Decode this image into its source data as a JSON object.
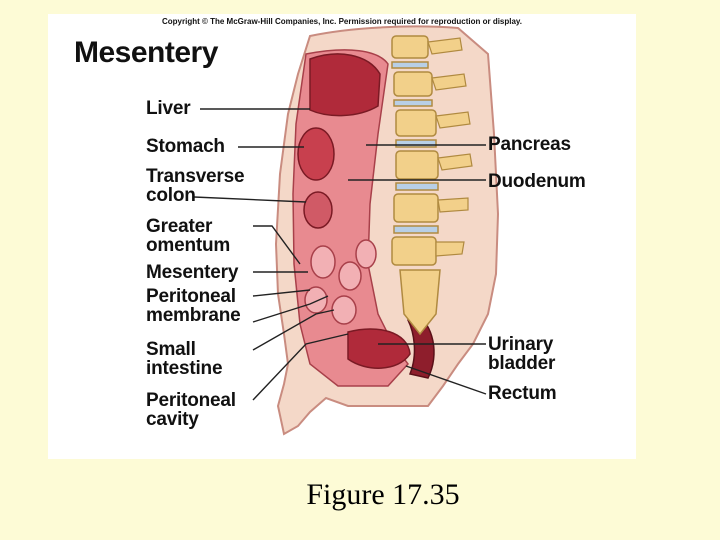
{
  "copyright": "Copyright © The McGraw-Hill Companies, Inc. Permission required for reproduction or display.",
  "title": "Mesentery",
  "labels": {
    "liver": "Liver",
    "stomach": "Stomach",
    "transverse_colon": "Transverse\ncolon",
    "greater_omentum": "Greater\nomentum",
    "mesentery": "Mesentery",
    "peritoneal_membrane": "Peritoneal\nmembrane",
    "small_intestine": "Small\nintestine",
    "peritoneal_cavity": "Peritoneal\ncavity",
    "pancreas": "Pancreas",
    "duodenum": "Duodenum",
    "urinary_bladder": "Urinary\nbladder",
    "rectum": "Rectum"
  },
  "caption": "Figure 17.35",
  "colors": {
    "background": "#FDFBD6",
    "panel": "#FFFFFF",
    "skin": "#F4D8C8",
    "tissue": "#E88A90",
    "organ": "#B02A3A",
    "bone": "#F2D08A",
    "disc": "#B8CFE6"
  }
}
